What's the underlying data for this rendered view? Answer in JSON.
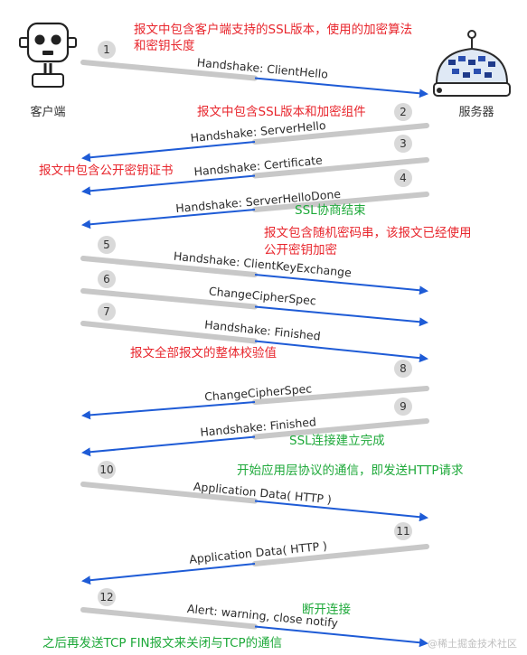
{
  "roles": {
    "client": "客户端",
    "server": "服务器"
  },
  "steps": [
    {
      "num": "1",
      "label": "Handshake: ClientHello",
      "dir": "right"
    },
    {
      "num": "2",
      "label": "Handshake: ServerHello",
      "dir": "left"
    },
    {
      "num": "3",
      "label": "Handshake: Certificate",
      "dir": "left"
    },
    {
      "num": "4",
      "label": "Handshake: ServerHelloDone",
      "dir": "left"
    },
    {
      "num": "5",
      "label": "Handshake: ClientKeyExchange",
      "dir": "right"
    },
    {
      "num": "6",
      "label": "ChangeCipherSpec",
      "dir": "right"
    },
    {
      "num": "7",
      "label": "Handshake: Finished",
      "dir": "right"
    },
    {
      "num": "8",
      "label": "ChangeCipherSpec",
      "dir": "left"
    },
    {
      "num": "9",
      "label": "Handshake: Finished",
      "dir": "left"
    },
    {
      "num": "10",
      "label": "Application Data( HTTP )",
      "dir": "right"
    },
    {
      "num": "11",
      "label": "Application Data( HTTP )",
      "dir": "left"
    },
    {
      "num": "12",
      "label": "Alert: warning, close notify",
      "dir": "right"
    }
  ],
  "notes": {
    "n1_line1": "报文中包含客户端支持的SSL版本，使用的加密算法",
    "n1_line2": "和密钥长度",
    "n2": "报文中包含SSL版本和加密组件",
    "n3": "报文中包含公开密钥证书",
    "n4": "SSL协商结束",
    "n5_line1": "报文包含随机密码串，该报文已经使用",
    "n5_line2": "公开密钥加密",
    "n7": "报文全部报文的整体校验值",
    "n9": "SSL连接建立完成",
    "n10": "开始应用层协议的通信，即发送HTTP请求",
    "n12a": "断开连接",
    "n12b": "之后再发送TCP FIN报文来关闭与TCP的通信"
  },
  "watermark": "@稀土掘金技术社区",
  "colors": {
    "note_red": "#e8262d",
    "note_green": "#1ea93a",
    "arrow": "#1e5bd6",
    "track": "#c8c8c8"
  },
  "icons": {
    "client": "robot-face-icon",
    "server": "server-robot-icon"
  }
}
